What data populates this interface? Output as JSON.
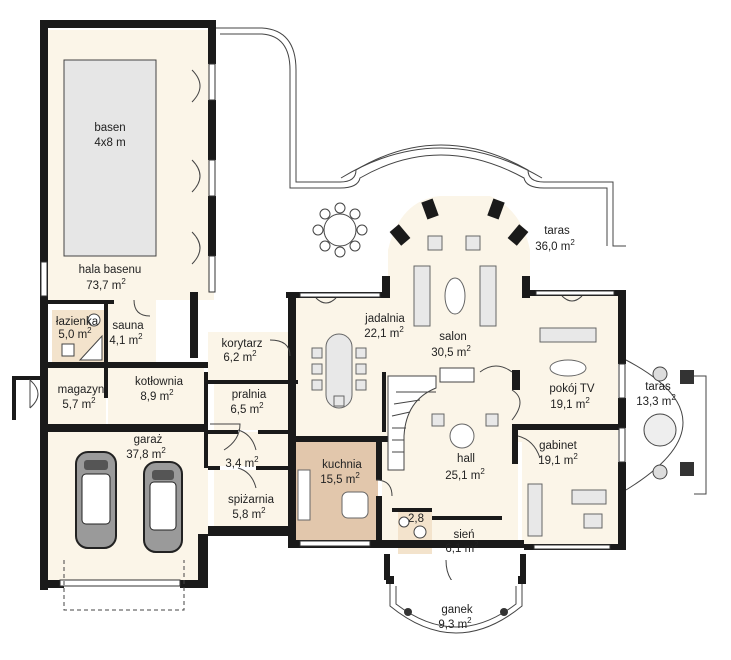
{
  "colors": {
    "wall": "#1a1a1a",
    "room_fill": "#fbf5e8",
    "pool_water": "#e6e6e6",
    "bathroom_fill": "#f3e3cc",
    "kitchen_fill": "#e2c7ac",
    "furniture": "#e6e6e6"
  },
  "rooms": [
    {
      "id": "basen",
      "name": "basen",
      "area": "4x8 m",
      "unit": ""
    },
    {
      "id": "hala-basenu",
      "name": "hala basenu",
      "area": "73,7 m",
      "unit": "2"
    },
    {
      "id": "lazienka",
      "name": "łazienka",
      "area": "5,0 m",
      "unit": "2"
    },
    {
      "id": "sauna",
      "name": "sauna",
      "area": "4,1 m",
      "unit": "2"
    },
    {
      "id": "magazyn",
      "name": "magazyn",
      "area": "5,7 m",
      "unit": "2"
    },
    {
      "id": "kotlownia",
      "name": "kotłownia",
      "area": "8,9 m",
      "unit": "2"
    },
    {
      "id": "garaz",
      "name": "garaż",
      "area": "37,8 m",
      "unit": "2"
    },
    {
      "id": "korytarz",
      "name": "korytarz",
      "area": "6,2 m",
      "unit": "2"
    },
    {
      "id": "pralnia",
      "name": "pralnia",
      "area": "6,5 m",
      "unit": "2"
    },
    {
      "id": "hall-small",
      "name": "",
      "area": "3,4 m",
      "unit": "2"
    },
    {
      "id": "spizarnia",
      "name": "spiżarnia",
      "area": "5,8 m",
      "unit": "2"
    },
    {
      "id": "kuchnia",
      "name": "kuchnia",
      "area": "15,5 m",
      "unit": "2"
    },
    {
      "id": "jadalnia",
      "name": "jadalnia",
      "area": "22,1 m",
      "unit": "2"
    },
    {
      "id": "salon",
      "name": "salon",
      "area": "30,5 m",
      "unit": "2"
    },
    {
      "id": "hall",
      "name": "hall",
      "area": "25,1 m",
      "unit": "2"
    },
    {
      "id": "wc",
      "name": "",
      "area": "2,8",
      "unit": ""
    },
    {
      "id": "sien",
      "name": "sień",
      "area": "6,1 m",
      "unit": "2"
    },
    {
      "id": "ganek",
      "name": "ganek",
      "area": "9,3 m",
      "unit": "2"
    },
    {
      "id": "taras-top",
      "name": "taras",
      "area": "36,0 m",
      "unit": "2"
    },
    {
      "id": "pokoj-tv",
      "name": "pokój TV",
      "area": "19,1 m",
      "unit": "2"
    },
    {
      "id": "gabinet",
      "name": "gabinet",
      "area": "19,1 m",
      "unit": "2"
    },
    {
      "id": "taras-right",
      "name": "taras",
      "area": "13,3 m",
      "unit": "2"
    }
  ]
}
